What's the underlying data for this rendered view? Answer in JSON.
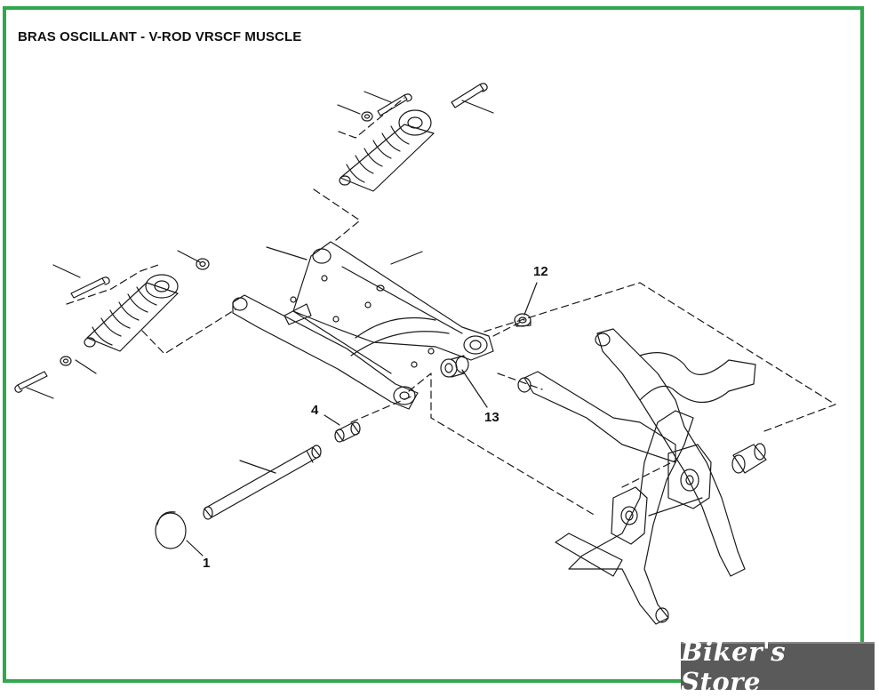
{
  "diagram": {
    "title": "BRAS OSCILLANT - V-ROD VRSCF MUSCLE",
    "callouts": [
      {
        "id": "part-1",
        "label": "1"
      },
      {
        "id": "part-4",
        "label": "4"
      },
      {
        "id": "part-12",
        "label": "12"
      },
      {
        "id": "part-13",
        "label": "13"
      }
    ]
  },
  "branding": {
    "logo_text": "Biker's Store"
  },
  "colors": {
    "frame_border": "#2ea84a",
    "line": "#1a1a1a",
    "logo_bg": "#5a5a5a"
  }
}
